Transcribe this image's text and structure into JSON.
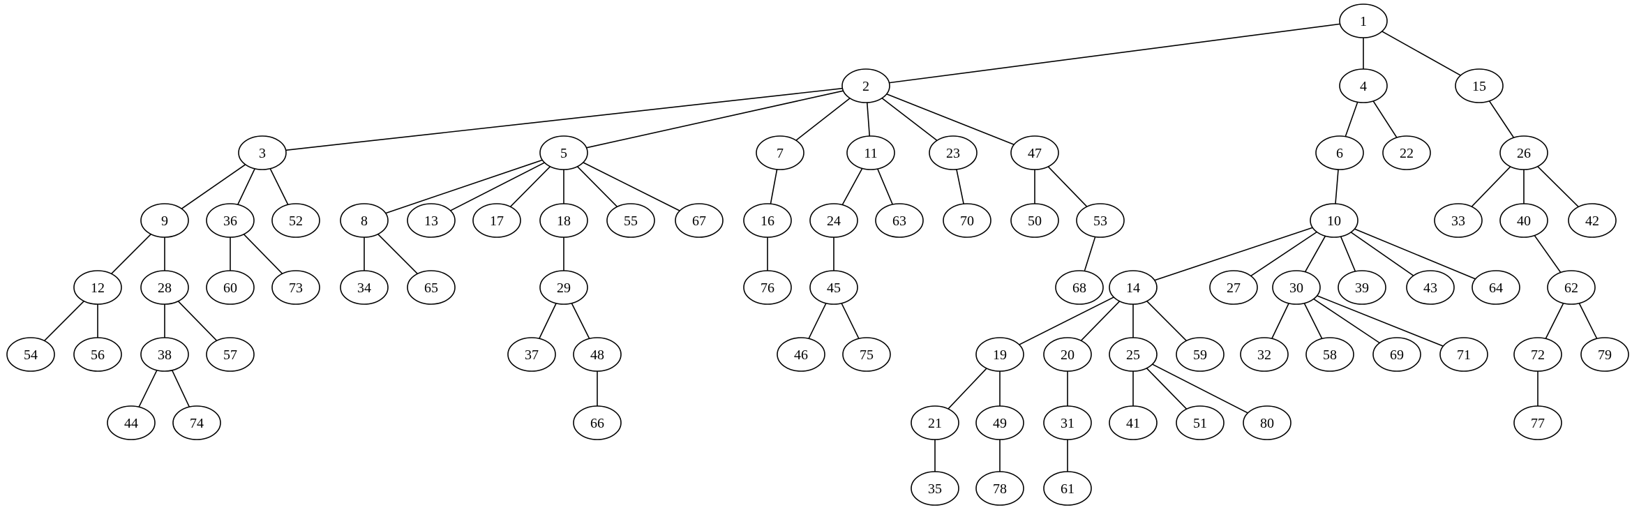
{
  "diagram": {
    "type": "tree",
    "colors": {
      "stroke": "#000000",
      "fill": "#ffffff",
      "text": "#000000"
    },
    "nodes": [
      "1",
      "2",
      "4",
      "15",
      "3",
      "5",
      "7",
      "11",
      "23",
      "47",
      "6",
      "22",
      "26",
      "9",
      "36",
      "52",
      "8",
      "13",
      "17",
      "18",
      "55",
      "67",
      "16",
      "24",
      "63",
      "70",
      "50",
      "53",
      "10",
      "33",
      "40",
      "42",
      "12",
      "28",
      "60",
      "73",
      "34",
      "65",
      "29",
      "76",
      "45",
      "68",
      "14",
      "27",
      "30",
      "39",
      "43",
      "64",
      "62",
      "54",
      "56",
      "38",
      "57",
      "37",
      "48",
      "46",
      "75",
      "19",
      "20",
      "25",
      "59",
      "32",
      "58",
      "69",
      "71",
      "72",
      "79",
      "44",
      "74",
      "66",
      "21",
      "49",
      "31",
      "41",
      "51",
      "80",
      "77",
      "35",
      "78",
      "61"
    ],
    "edges": [
      [
        "1",
        "2"
      ],
      [
        "1",
        "4"
      ],
      [
        "1",
        "15"
      ],
      [
        "2",
        "3"
      ],
      [
        "2",
        "5"
      ],
      [
        "2",
        "7"
      ],
      [
        "2",
        "11"
      ],
      [
        "2",
        "23"
      ],
      [
        "2",
        "47"
      ],
      [
        "4",
        "6"
      ],
      [
        "4",
        "22"
      ],
      [
        "15",
        "26"
      ],
      [
        "3",
        "9"
      ],
      [
        "3",
        "36"
      ],
      [
        "3",
        "52"
      ],
      [
        "5",
        "8"
      ],
      [
        "5",
        "13"
      ],
      [
        "5",
        "17"
      ],
      [
        "5",
        "18"
      ],
      [
        "5",
        "55"
      ],
      [
        "5",
        "67"
      ],
      [
        "7",
        "16"
      ],
      [
        "11",
        "24"
      ],
      [
        "11",
        "63"
      ],
      [
        "23",
        "70"
      ],
      [
        "47",
        "50"
      ],
      [
        "47",
        "53"
      ],
      [
        "6",
        "10"
      ],
      [
        "26",
        "33"
      ],
      [
        "26",
        "40"
      ],
      [
        "26",
        "42"
      ],
      [
        "9",
        "12"
      ],
      [
        "9",
        "28"
      ],
      [
        "36",
        "60"
      ],
      [
        "36",
        "73"
      ],
      [
        "8",
        "34"
      ],
      [
        "8",
        "65"
      ],
      [
        "18",
        "29"
      ],
      [
        "16",
        "76"
      ],
      [
        "24",
        "45"
      ],
      [
        "53",
        "68"
      ],
      [
        "10",
        "14"
      ],
      [
        "10",
        "27"
      ],
      [
        "10",
        "30"
      ],
      [
        "10",
        "39"
      ],
      [
        "10",
        "43"
      ],
      [
        "10",
        "64"
      ],
      [
        "40",
        "62"
      ],
      [
        "12",
        "54"
      ],
      [
        "12",
        "56"
      ],
      [
        "28",
        "38"
      ],
      [
        "28",
        "57"
      ],
      [
        "29",
        "37"
      ],
      [
        "29",
        "48"
      ],
      [
        "45",
        "46"
      ],
      [
        "45",
        "75"
      ],
      [
        "14",
        "19"
      ],
      [
        "14",
        "20"
      ],
      [
        "14",
        "25"
      ],
      [
        "14",
        "59"
      ],
      [
        "30",
        "32"
      ],
      [
        "30",
        "58"
      ],
      [
        "30",
        "69"
      ],
      [
        "30",
        "71"
      ],
      [
        "62",
        "72"
      ],
      [
        "62",
        "79"
      ],
      [
        "38",
        "44"
      ],
      [
        "38",
        "74"
      ],
      [
        "48",
        "66"
      ],
      [
        "19",
        "21"
      ],
      [
        "19",
        "49"
      ],
      [
        "20",
        "31"
      ],
      [
        "25",
        "41"
      ],
      [
        "25",
        "51"
      ],
      [
        "25",
        "80"
      ],
      [
        "72",
        "77"
      ],
      [
        "21",
        "35"
      ],
      [
        "49",
        "78"
      ],
      [
        "31",
        "61"
      ]
    ]
  }
}
